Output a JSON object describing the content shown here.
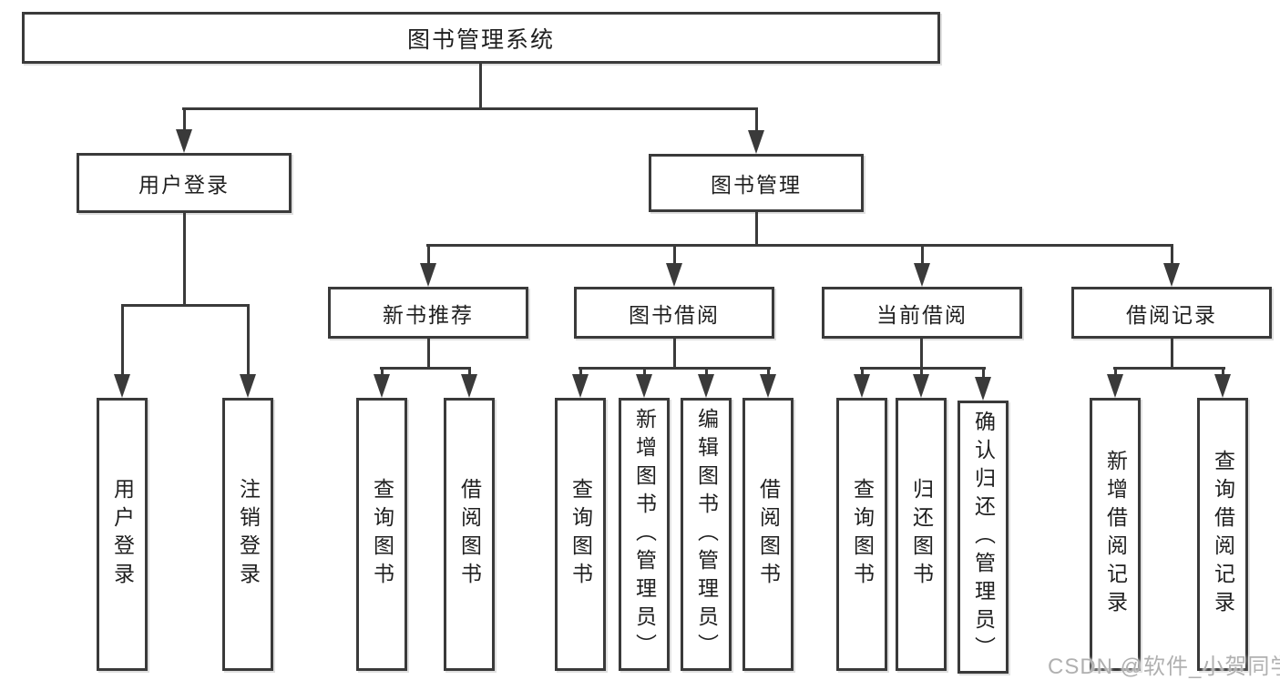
{
  "nodes": {
    "root": {
      "label": "图书管理系统"
    },
    "userLogin": {
      "label": "用户登录",
      "children": {
        "login": "用户登录",
        "logout": "注销登录"
      }
    },
    "bookMgmt": {
      "label": "图书管理"
    },
    "newBookRec": {
      "label": "新书推荐",
      "children": {
        "query": "查询图书",
        "borrow": "借阅图书"
      }
    },
    "bookBorrow": {
      "label": "图书借阅",
      "children": {
        "query": "查询图书",
        "add": "新增图书（管理员）",
        "edit": "编辑图书（管理员）",
        "borrow": "借阅图书"
      }
    },
    "currentBorrow": {
      "label": "当前借阅",
      "children": {
        "query": "查询图书",
        "return": "归还图书",
        "confirm": "确认归还（管理员）"
      }
    },
    "borrowRecords": {
      "label": "借阅记录",
      "children": {
        "add": "新增借阅记录",
        "query": "查询借阅记录"
      }
    }
  },
  "watermark": {
    "text": "CSDN @软件_小贺同学"
  },
  "colors": {
    "line": "#3a3a3a",
    "text": "#1f1f1f",
    "watermark": "#b0b0b0",
    "background": "#ffffff"
  }
}
